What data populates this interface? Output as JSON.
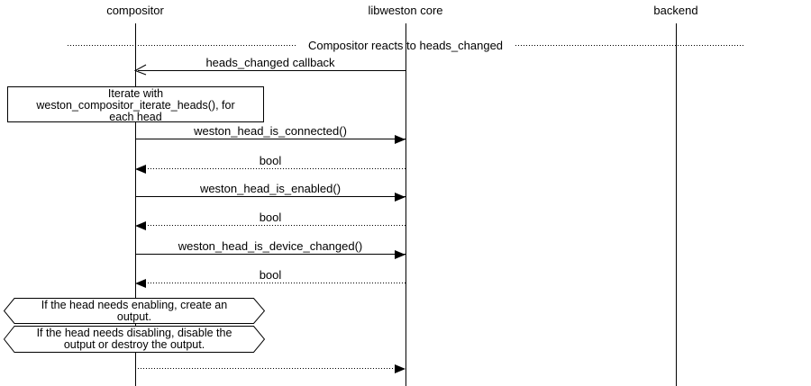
{
  "colors": {
    "background": "#ffffff",
    "line": "#000000",
    "text": "#000000"
  },
  "diagram": {
    "lifelines": [
      {
        "label": "compositor"
      },
      {
        "label": "libweston core"
      },
      {
        "label": "backend"
      }
    ],
    "divider": {
      "label": "Compositor reacts to heads_changed"
    },
    "note": {
      "text": "Iterate with\nweston_compositor_iterate_heads(), for\neach head"
    },
    "messages": [
      {
        "label": "heads_changed callback",
        "from": "libweston core",
        "to": "compositor",
        "line": "solid",
        "arrowhead": "open"
      },
      {
        "label": "weston_head_is_connected()",
        "from": "compositor",
        "to": "libweston core",
        "line": "solid",
        "arrowhead": "filled"
      },
      {
        "label": "bool",
        "from": "libweston core",
        "to": "compositor",
        "line": "dotted",
        "arrowhead": "filled"
      },
      {
        "label": "weston_head_is_enabled()",
        "from": "compositor",
        "to": "libweston core",
        "line": "solid",
        "arrowhead": "filled"
      },
      {
        "label": "bool",
        "from": "libweston core",
        "to": "compositor",
        "line": "dotted",
        "arrowhead": "filled"
      },
      {
        "label": "weston_head_is_device_changed()",
        "from": "compositor",
        "to": "libweston core",
        "line": "solid",
        "arrowhead": "filled"
      },
      {
        "label": "bool",
        "from": "libweston core",
        "to": "compositor",
        "line": "dotted",
        "arrowhead": "filled"
      },
      {
        "label": "",
        "from": "compositor",
        "to": "libweston core",
        "line": "dotted",
        "arrowhead": "filled"
      }
    ],
    "conditions": [
      {
        "text": "If the head needs enabling, create an\noutput."
      },
      {
        "text": "If the head needs disabling, disable the\noutput or destroy the output."
      }
    ]
  }
}
